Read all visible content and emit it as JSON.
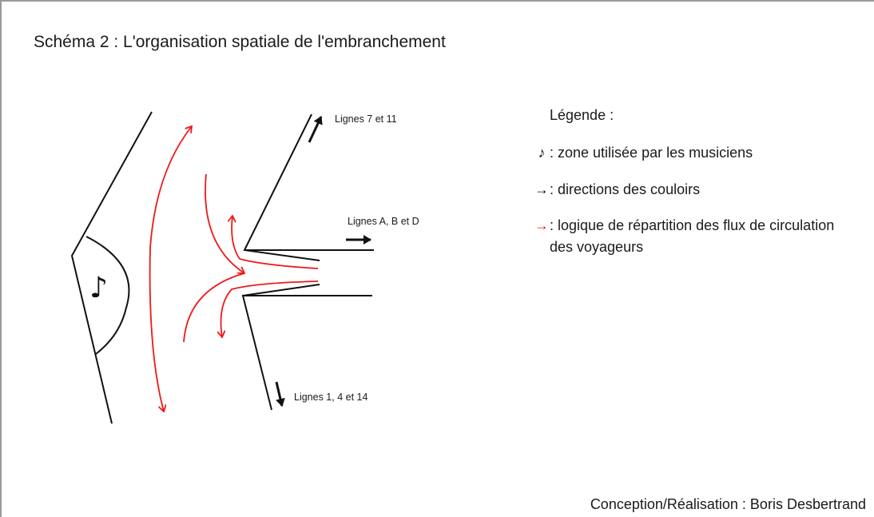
{
  "title": "Schéma 2 : L'organisation spatiale de l'embranchement",
  "destinations": {
    "lines_7_11": "Lignes 7 et 11",
    "lines_a_b_d": "Lignes A, B et D",
    "lines_1_4_14": "Lignes 1, 4 et 14"
  },
  "musician_symbol": "♪",
  "legend": {
    "title": "Légende :",
    "items": [
      {
        "symbol": "♪",
        "icon": "music-note-icon",
        "text": ": zone utilisée par les musiciens"
      },
      {
        "symbol": "→",
        "icon": "black-arrow-icon",
        "text": ": directions des couloirs"
      },
      {
        "symbol": "→",
        "icon": "red-arrow-icon",
        "text": ": logique de répartition des flux de circulation des voyageurs"
      }
    ]
  },
  "credit": "Conception/Réalisation : Boris Desbertrand",
  "colors": {
    "walls": "#111111",
    "flow": "#f01818",
    "frame": "#9a9a9a",
    "background": "#ffffff"
  }
}
